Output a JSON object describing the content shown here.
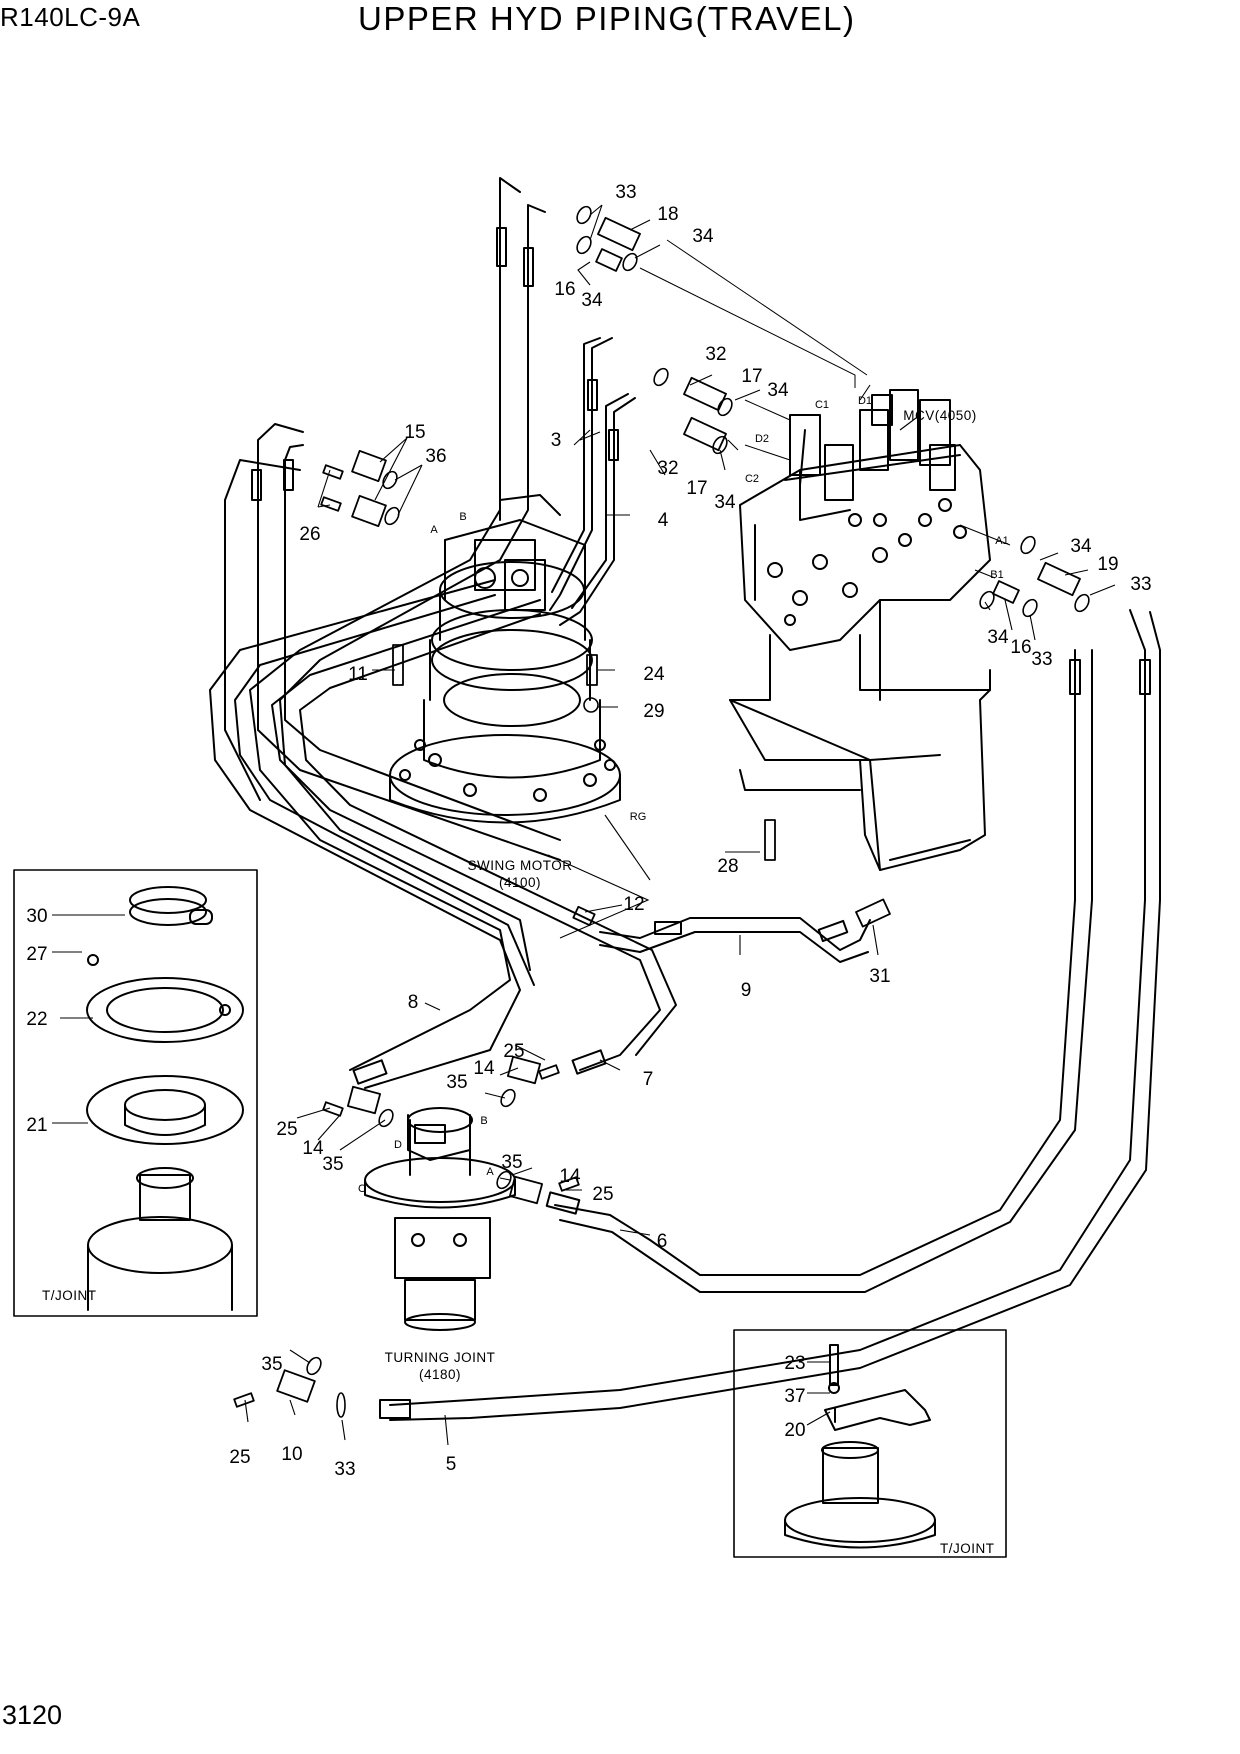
{
  "header": {
    "model": "R140LC-9A",
    "title": "UPPER HYD PIPING(TRAVEL)"
  },
  "footer": {
    "page_number": "3120"
  },
  "components": {
    "swing_motor": [
      "SWING MOTOR",
      "(4100)"
    ],
    "turning_joint": [
      "TURNING JOINT",
      "(4180)"
    ],
    "mcv": "MCV(4050)",
    "tjoint_inset_left": "T/JOINT",
    "tjoint_inset_right": "T/JOINT"
  },
  "ports": [
    "C1",
    "D1",
    "D2",
    "C2",
    "A1",
    "B1",
    "A",
    "B",
    "RG",
    "B",
    "C",
    "D",
    "A"
  ],
  "callouts": [
    "33",
    "18",
    "34",
    "16",
    "34",
    "32",
    "17",
    "34",
    "3",
    "32",
    "17",
    "34",
    "4",
    "15",
    "36",
    "26",
    "11",
    "24",
    "29",
    "34",
    "19",
    "33",
    "34",
    "16",
    "33",
    "28",
    "12",
    "9",
    "31",
    "8",
    "25",
    "14",
    "35",
    "7",
    "25",
    "14",
    "35",
    "35",
    "14",
    "25",
    "6",
    "35",
    "25",
    "10",
    "33",
    "5",
    "30",
    "27",
    "22",
    "21",
    "23",
    "37",
    "20"
  ]
}
